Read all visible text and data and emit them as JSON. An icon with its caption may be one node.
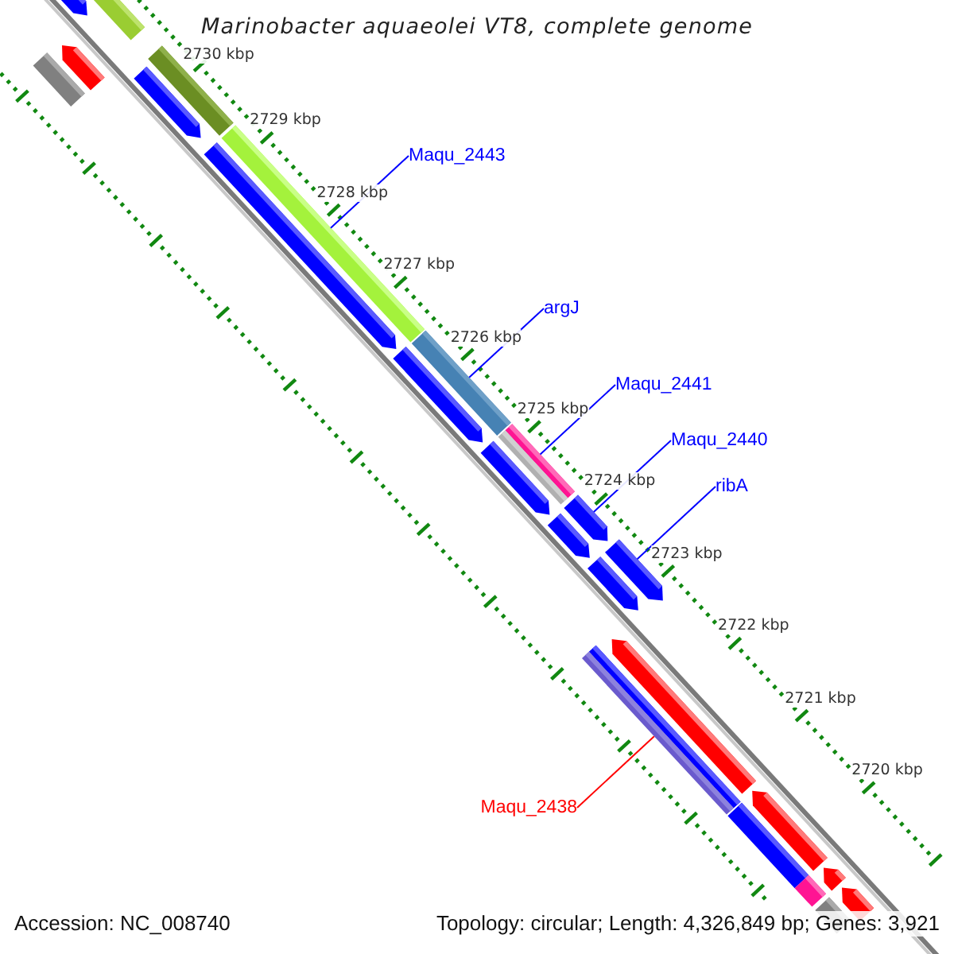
{
  "diagram": {
    "title": "Marinobacter aquaeolei VT8, complete genome",
    "nodes": [
      {
        "text": [
          "Maqu_2443"
        ]
      },
      {
        "text": [
          "argJ"
        ]
      },
      {
        "text": [
          "Maqu_2441"
        ]
      },
      {
        "text": [
          "Maqu_2440"
        ]
      },
      {
        "text": [
          "ribA"
        ]
      },
      {
        "text": [
          "Maqu_2438"
        ]
      },
      {
        "text": [],
        "shape": "bar"
      },
      {
        "text": [],
        "shape": "bar"
      },
      {
        "text": [],
        "shape": "bar"
      },
      {
        "text": [],
        "shape": "bar"
      },
      {
        "text": [],
        "shape": "bar"
      },
      {
        "text": [],
        "shape": "bar"
      },
      {
        "text": [],
        "shape": "bar"
      },
      {
        "text": [],
        "shape": "bar"
      },
      {
        "text": [],
        "shape": "bar"
      },
      {
        "text": [],
        "shape": "bar"
      },
      {
        "text": [],
        "shape": "bar"
      },
      {
        "text": [],
        "shape": "bar"
      },
      {
        "text": [],
        "shape": "bar"
      },
      {
        "text": [],
        "shape": "bar"
      },
      {
        "text": [],
        "shape": "bar"
      },
      {
        "text": [],
        "shape": "bar"
      },
      {
        "text": [],
        "shape": "bar"
      },
      {
        "text": [],
        "shape": "bar"
      },
      {
        "text": [],
        "shape": "bar"
      },
      {
        "text": [],
        "shape": "bar"
      },
      {
        "text": [],
        "shape": "bar"
      },
      {
        "text": [],
        "shape": "bar"
      },
      {
        "text": [],
        "shape": "bar"
      },
      {
        "text": [],
        "shape": "bar"
      },
      {
        "text": [],
        "shape": "bar"
      }
    ],
    "edges": [
      {
        "from": 0,
        "to": 13,
        "arrow": "none"
      },
      {
        "from": 1,
        "to": 15,
        "arrow": "none"
      },
      {
        "from": 2,
        "to": 17,
        "arrow": "none"
      },
      {
        "from": 3,
        "to": 19,
        "arrow": "none"
      },
      {
        "from": 4,
        "to": 21,
        "arrow": "none"
      },
      {
        "from": 5,
        "to": 23,
        "arrow": "none",
        "color": "#ff0000"
      }
    ],
    "labels": [
      "2730 kbp",
      "2729 kbp",
      "2728 kbp",
      "2727 kbp",
      "2726 kbp",
      "2725 kbp",
      "2724 kbp",
      "2723 kbp",
      "2722 kbp",
      "2721 kbp",
      "2720 kbp",
      "Accession: NC_008740",
      "Topology: circular; Length: 4,326,849 bp; Genes: 3,921"
    ]
  }
}
